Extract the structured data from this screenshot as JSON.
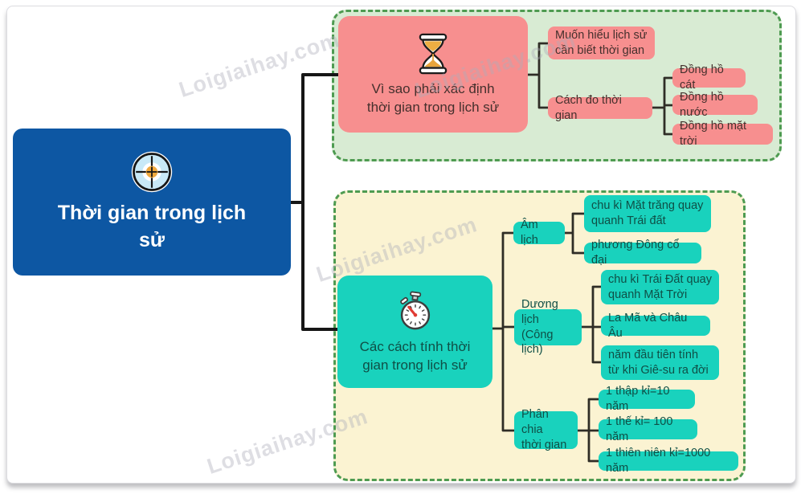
{
  "watermark": {
    "text": "Loigiaihay.com"
  },
  "root": {
    "label": "Thời gian trong lịch\nsử",
    "icon": "clock"
  },
  "why": {
    "label": "Vì sao phải xác định\nthời gian trong lịch sử",
    "icon": "hourglass",
    "need_time": "Muốn hiểu lịch sử\ncần biết thời gian",
    "measure": "Cách đo thời gian",
    "sand": "Đồng hồ cát",
    "water": "Đồng hồ nước",
    "sun": "Đồng hồ mặt trời"
  },
  "ways": {
    "label": "Các cách tính thời\ngian trong lịch sử",
    "icon": "stopwatch",
    "lunar": "Âm lịch",
    "moon_cycle": "chu kì Mặt trăng quay\nquanh Trái đất",
    "ancient_east": "phương Đông cổ đại",
    "solar": "Dương lịch\n(Công lịch)",
    "earth_cycle": "chu kì Trái Đất quay\nquanh Mặt Trời",
    "rome_europe": "La Mã và Châu Âu",
    "jesus": "năm đầu tiên tính\ntừ khi Giê-su ra đời",
    "division": "Phân chia\nthời gian",
    "decade": "1 thập kỉ=10 năm",
    "century": "1 thế kỉ= 100 năm",
    "millennium": "1 thiên niên kỉ=1000 năm"
  },
  "colors": {
    "root_blue": "#0d57a3",
    "branch_pink": "#f78f8f",
    "branch_teal": "#19d2bd",
    "section_green_bg": "#d8ebd3",
    "section_yellow_bg": "#fbf3d2",
    "dashed_border_green": "#4e9b51",
    "connector_black": "#161616",
    "sand_amber": "#eeae42",
    "hand_red": "#e03b34"
  }
}
